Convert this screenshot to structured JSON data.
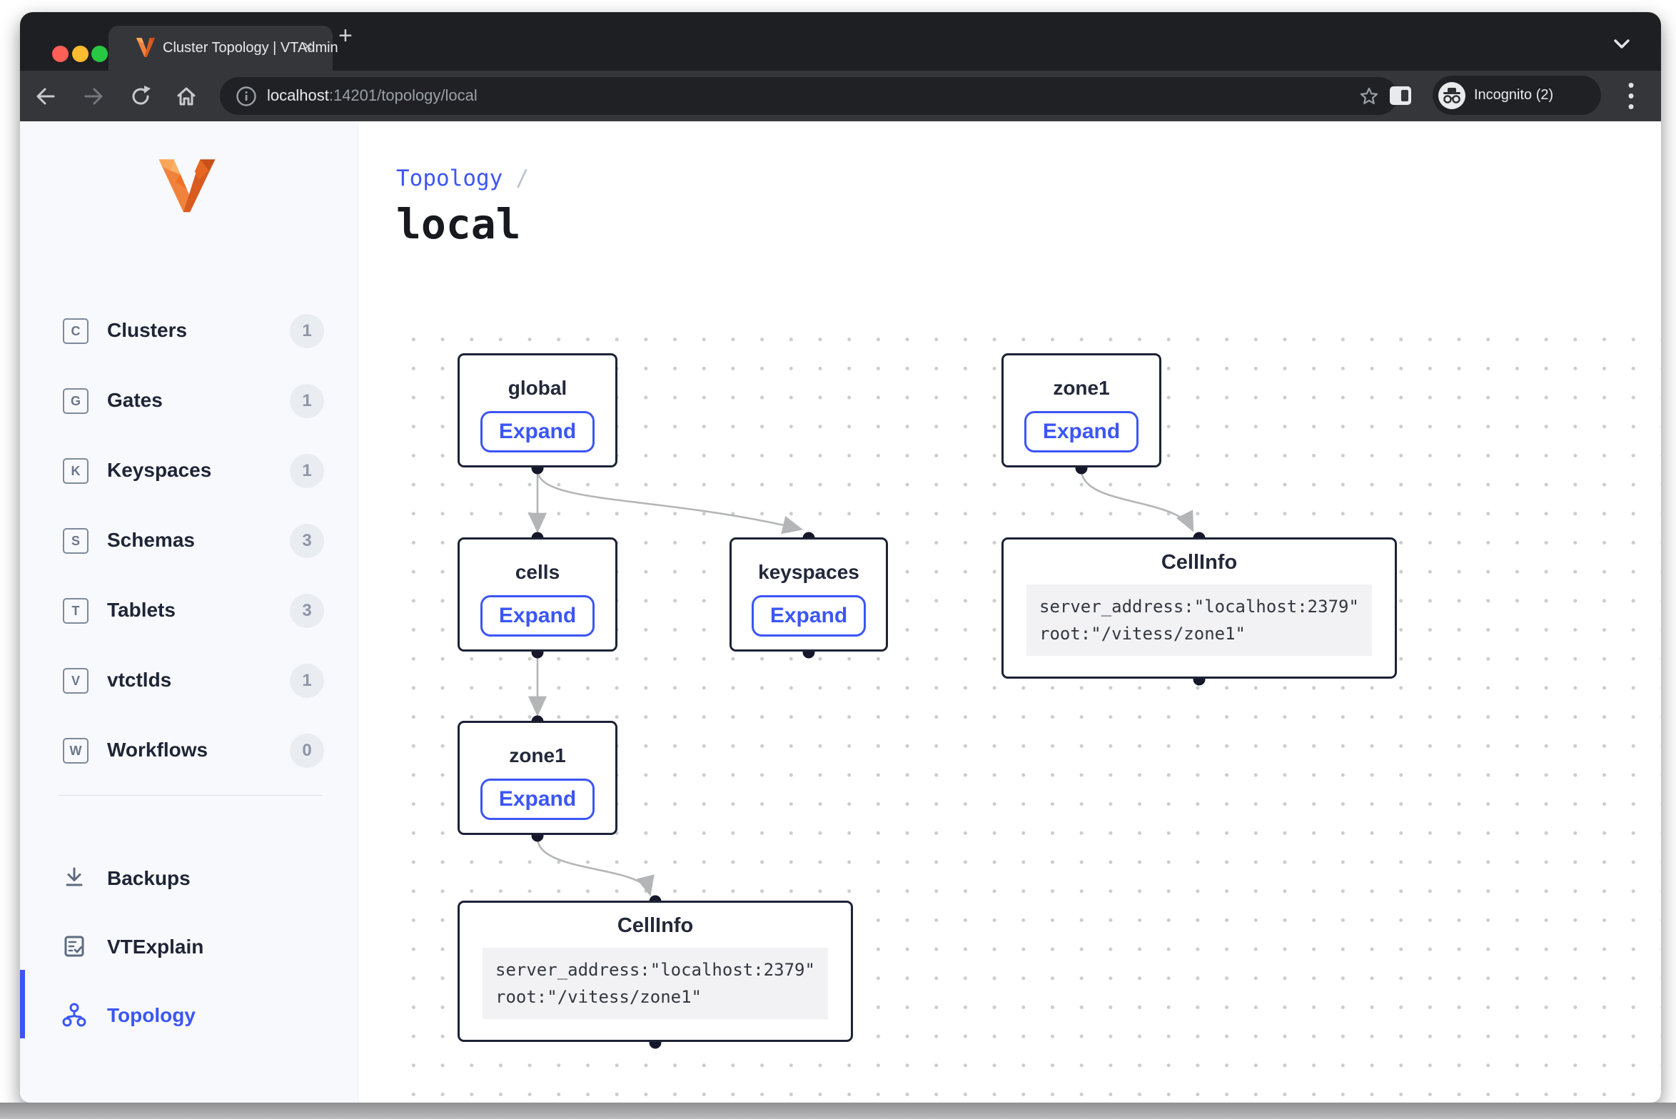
{
  "window": {
    "tab": {
      "title": "Cluster Topology | VTAdmin",
      "close_glyph": "×",
      "new_tab_glyph": "+"
    },
    "toolbar": {
      "url_host": "localhost",
      "url_path": ":14201/topology/local",
      "incognito_label": "Incognito (2)"
    }
  },
  "sidebar": {
    "primary": [
      {
        "letter": "C",
        "label": "Clusters",
        "count": "1"
      },
      {
        "letter": "G",
        "label": "Gates",
        "count": "1"
      },
      {
        "letter": "K",
        "label": "Keyspaces",
        "count": "1"
      },
      {
        "letter": "S",
        "label": "Schemas",
        "count": "3"
      },
      {
        "letter": "T",
        "label": "Tablets",
        "count": "3"
      },
      {
        "letter": "V",
        "label": "vtctlds",
        "count": "1"
      },
      {
        "letter": "W",
        "label": "Workflows",
        "count": "0"
      }
    ],
    "secondary": [
      {
        "label": "Backups"
      },
      {
        "label": "VTExplain"
      },
      {
        "label": "Topology",
        "active": true
      }
    ]
  },
  "page": {
    "breadcrumb": "Topology",
    "separator": "/",
    "title": "local"
  },
  "graph": {
    "expand_label": "Expand",
    "nodes": {
      "global": {
        "title": "global"
      },
      "zone1_top": {
        "title": "zone1"
      },
      "cells": {
        "title": "cells"
      },
      "keyspaces": {
        "title": "keyspaces"
      },
      "zone1_lower": {
        "title": "zone1"
      },
      "cellinfo_right": {
        "title": "CellInfo",
        "line1": "server_address:\"localhost:2379\"",
        "line2": "root:\"/vitess/zone1\""
      },
      "cellinfo_bottom": {
        "title": "CellInfo",
        "line1": "server_address:\"localhost:2379\"",
        "line2": "root:\"/vitess/zone1\""
      }
    }
  },
  "colors": {
    "accent_blue": "#3c56f5",
    "node_border": "#1d2235",
    "edge_gray": "#b4b5b7"
  }
}
